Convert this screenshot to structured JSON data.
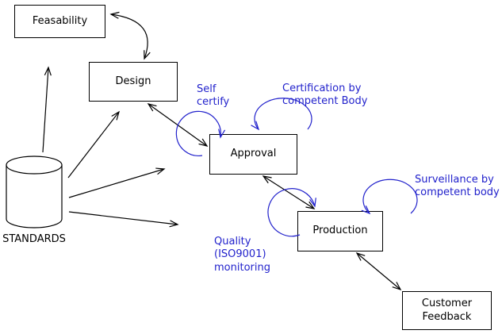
{
  "colors": {
    "line": "#000000",
    "annotation": "#2222cc",
    "background": "#ffffff"
  },
  "boxes": {
    "feasability": "Feasability",
    "design": "Design",
    "approval": "Approval",
    "production": "Production",
    "customer_feedback": "Customer\nFeedback"
  },
  "database": {
    "label": "STANDARDS"
  },
  "annotations": {
    "self_certify": "Self\ncertify",
    "certification": "Certification by\ncompetent Body",
    "surveillance": "Surveillance by\ncompetent body",
    "quality": "Quality\n(ISO9001)\nmonitoring"
  }
}
